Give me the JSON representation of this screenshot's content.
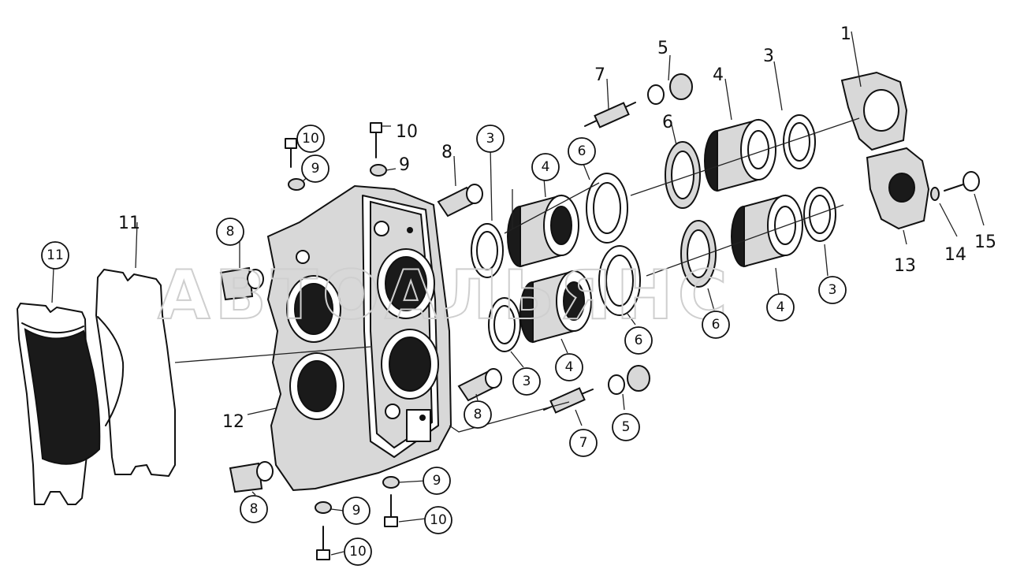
{
  "watermark": "АВТОАЛЬЯНС",
  "callouts": [
    {
      "id": "c1",
      "label": "1",
      "circled": false
    },
    {
      "id": "c3a",
      "label": "3",
      "circled": false
    },
    {
      "id": "c4a",
      "label": "4",
      "circled": false
    },
    {
      "id": "c5a",
      "label": "5",
      "circled": false
    },
    {
      "id": "c7a",
      "label": "7",
      "circled": false
    },
    {
      "id": "c6a",
      "label": "6",
      "circled": false
    },
    {
      "id": "c10a",
      "label": "10",
      "circled": true
    },
    {
      "id": "c10b",
      "label": "10",
      "circled": false
    },
    {
      "id": "c9a",
      "label": "9",
      "circled": true
    },
    {
      "id": "c9b",
      "label": "9",
      "circled": false
    },
    {
      "id": "c8a",
      "label": "8",
      "circled": false
    },
    {
      "id": "c3b",
      "label": "3",
      "circled": true
    },
    {
      "id": "c4b",
      "label": "4",
      "circled": true
    },
    {
      "id": "c6b",
      "label": "6",
      "circled": true
    },
    {
      "id": "c11a",
      "label": "11",
      "circled": false
    },
    {
      "id": "c11b",
      "label": "11",
      "circled": true
    },
    {
      "id": "c8b",
      "label": "8",
      "circled": true
    },
    {
      "id": "c13",
      "label": "13",
      "circled": false
    },
    {
      "id": "c14",
      "label": "14",
      "circled": false
    },
    {
      "id": "c15",
      "label": "15",
      "circled": false
    },
    {
      "id": "c3c",
      "label": "3",
      "circled": true
    },
    {
      "id": "c4c",
      "label": "4",
      "circled": true
    },
    {
      "id": "c6c",
      "label": "6",
      "circled": true
    },
    {
      "id": "c6d",
      "label": "6",
      "circled": true
    },
    {
      "id": "c4d",
      "label": "4",
      "circled": true
    },
    {
      "id": "c3d",
      "label": "3",
      "circled": true
    },
    {
      "id": "c12",
      "label": "12",
      "circled": false
    },
    {
      "id": "c8c",
      "label": "8",
      "circled": true
    },
    {
      "id": "c5b",
      "label": "5",
      "circled": true
    },
    {
      "id": "c7b",
      "label": "7",
      "circled": true
    },
    {
      "id": "c9c",
      "label": "9",
      "circled": true
    },
    {
      "id": "c10c",
      "label": "10",
      "circled": true
    },
    {
      "id": "c8d",
      "label": "8",
      "circled": true
    },
    {
      "id": "c9d",
      "label": "9",
      "circled": true
    },
    {
      "id": "c10d",
      "label": "10",
      "circled": true
    }
  ]
}
